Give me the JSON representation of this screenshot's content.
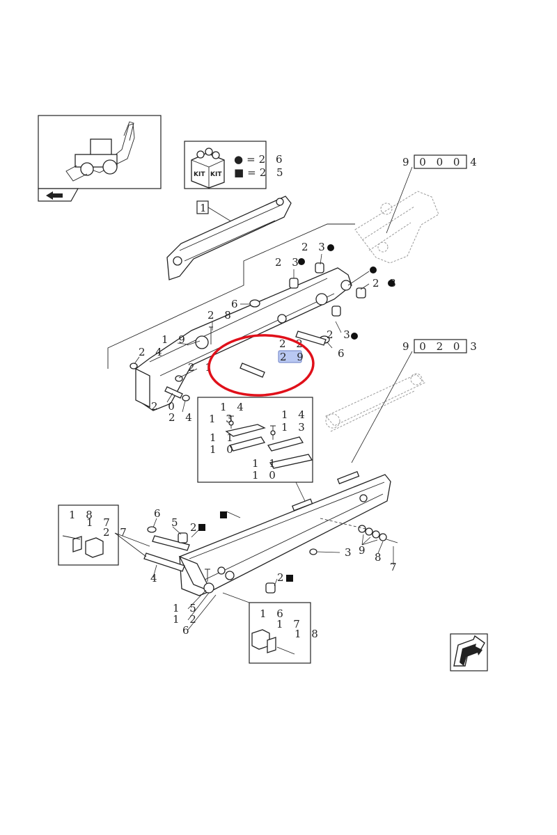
{
  "kit_legend": {
    "kit_text": "KIT",
    "circle_ref": "●=2 6",
    "square_ref": "■=2 5"
  },
  "ref_boxes": {
    "upper_cylinder": "9 0 0   0 4",
    "lower_cylinder": "9 0 2   0 3",
    "item_1": "1"
  },
  "callouts": {
    "c23a": "2 3",
    "c23b": "2 3",
    "c23c": "2 3",
    "c23d": "2 3",
    "c6a": "6",
    "c6b": "6",
    "c28": "2 8",
    "c19": "1 9",
    "c24a": "2 4",
    "c21": "2 1",
    "c20": "2 0",
    "c24b": "2 4",
    "c22": "2 2",
    "c29": "2 9",
    "c14a": "1 4",
    "c13a": "1 3",
    "c11a": "1 1",
    "c10a": "1 0",
    "c14b": "1 4",
    "c13b": "1 3",
    "c11b": "1 1",
    "c10b": "1 0",
    "c18a": "1 8",
    "c17a": "1 7",
    "c27": "2 7",
    "c6c": "6",
    "c5": "5",
    "c2a": "2",
    "c4": "4",
    "c3": "3",
    "c9": "9",
    "c8": "8",
    "c7": "7",
    "c2b": "2",
    "c15": "1 5",
    "c12": "1 2",
    "c6d": "6",
    "c16": "1 6",
    "c17b": "1 7",
    "c18b": "1 8"
  },
  "colors": {
    "highlight_ring": "#e0101a",
    "highlight_fill": "#b9c8f2",
    "line": "#222222",
    "ghost": "#999999"
  },
  "icons": {
    "overview": "backhoe-loader-overview-icon",
    "next_page": "next-page-arrow-icon",
    "prev_page": "previous-page-arrow-icon"
  }
}
